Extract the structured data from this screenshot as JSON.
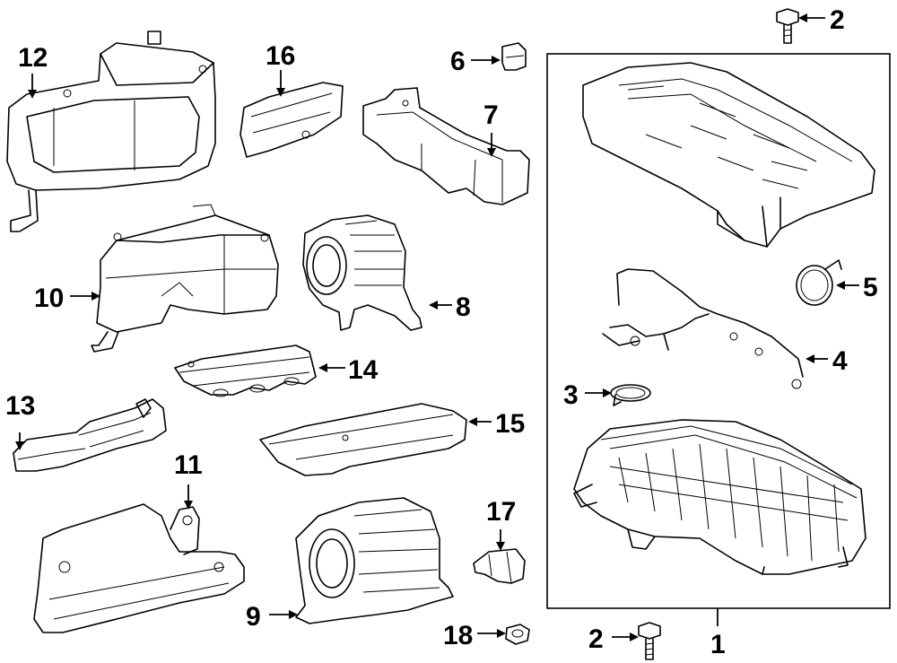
{
  "diagram": {
    "callouts": [
      {
        "id": "c12",
        "label": "12"
      },
      {
        "id": "c16",
        "label": "16"
      },
      {
        "id": "c6",
        "label": "6"
      },
      {
        "id": "c7",
        "label": "7"
      },
      {
        "id": "c2a",
        "label": "2"
      },
      {
        "id": "c10",
        "label": "10"
      },
      {
        "id": "c8",
        "label": "8"
      },
      {
        "id": "c5",
        "label": "5"
      },
      {
        "id": "c14",
        "label": "14"
      },
      {
        "id": "c3",
        "label": "3"
      },
      {
        "id": "c4",
        "label": "4"
      },
      {
        "id": "c13",
        "label": "13"
      },
      {
        "id": "c15",
        "label": "15"
      },
      {
        "id": "c11",
        "label": "11"
      },
      {
        "id": "c17",
        "label": "17"
      },
      {
        "id": "c9",
        "label": "9"
      },
      {
        "id": "c18",
        "label": "18"
      },
      {
        "id": "c2b",
        "label": "2"
      },
      {
        "id": "c1",
        "label": "1"
      }
    ]
  }
}
